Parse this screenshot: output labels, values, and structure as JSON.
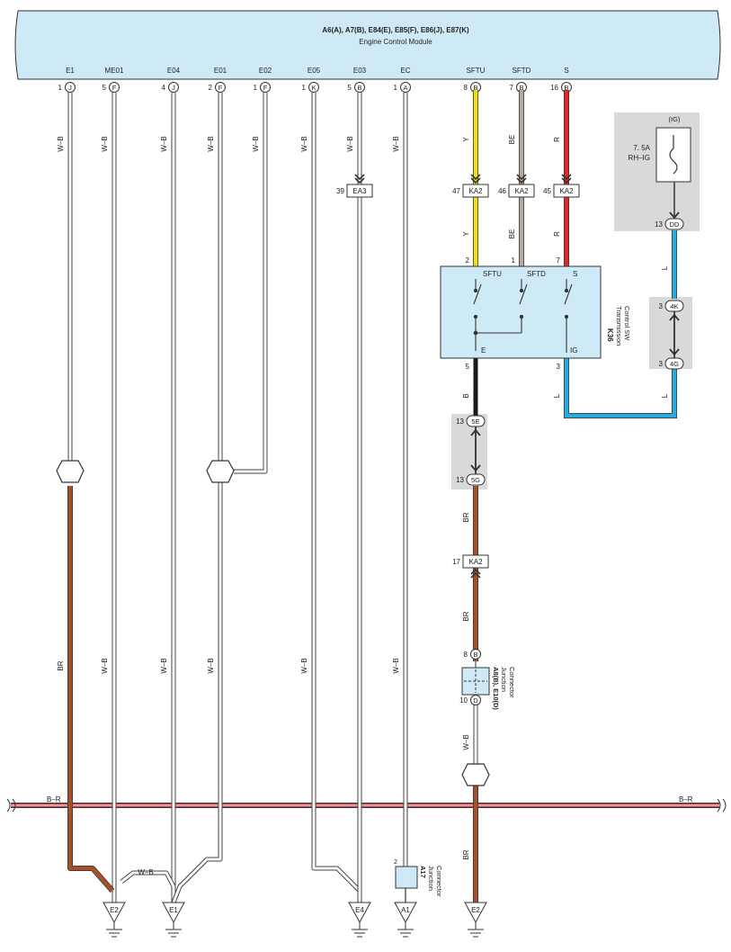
{
  "ecm": {
    "title": "A6(A), A7(B), E84(E), E85(F), E86(J), E87(K)",
    "subtitle": "Engine Control Module",
    "pins": [
      {
        "name": "E1",
        "num": "1",
        "conn": "J"
      },
      {
        "name": "ME01",
        "num": "5",
        "conn": "F"
      },
      {
        "name": "E04",
        "num": "4",
        "conn": "J"
      },
      {
        "name": "E01",
        "num": "2",
        "conn": "F"
      },
      {
        "name": "E02",
        "num": "1",
        "conn": "F"
      },
      {
        "name": "E05",
        "num": "1",
        "conn": "K"
      },
      {
        "name": "E03",
        "num": "5",
        "conn": "B"
      },
      {
        "name": "EC",
        "num": "1",
        "conn": "A"
      },
      {
        "name": "SFTU",
        "num": "8",
        "conn": "B"
      },
      {
        "name": "SFTD",
        "num": "7",
        "conn": "B"
      },
      {
        "name": "S",
        "num": "16",
        "conn": "B"
      }
    ]
  },
  "wire_labels": {
    "wb": "W–B",
    "br": "BR",
    "y": "Y",
    "be": "BE",
    "r": "R",
    "l": "L",
    "b": "B",
    "bus": "B–R"
  },
  "connectors": {
    "ea3": {
      "num": "39",
      "name": "EA3"
    },
    "ka2_y": {
      "num": "47",
      "name": "KA2"
    },
    "ka2_be": {
      "num": "46",
      "name": "KA2"
    },
    "ka2_r": {
      "num": "45",
      "name": "KA2"
    },
    "ka2_br": {
      "num": "17",
      "name": "KA2"
    },
    "c5e": {
      "num": "13",
      "name": "5E"
    },
    "c5g": {
      "num": "13",
      "name": "5G"
    },
    "c4k": {
      "num": "3",
      "name": "4K"
    },
    "c4g": {
      "num": "3",
      "name": "4G"
    },
    "cdd": {
      "num": "13",
      "name": "DD"
    },
    "jb": {
      "num": "8",
      "name": "B"
    },
    "jd": {
      "num": "10",
      "name": "D"
    },
    "a17pin": {
      "num": "2"
    }
  },
  "fuse": {
    "label_top": "(IG)",
    "rating": "7. 5A",
    "name": "RH–IG"
  },
  "switch": {
    "code": "K36",
    "name_line1": "Transmission",
    "name_line2": "Control SW",
    "terminals": [
      "SFTU",
      "SFTD",
      "S",
      "E",
      "IG"
    ],
    "pins": {
      "sftu": "2",
      "sftd": "1",
      "s": "7",
      "e": "5",
      "ig": "3"
    }
  },
  "junction_d": {
    "code": "A8(B), E10(D)",
    "line1": "Junction",
    "line2": "Connector"
  },
  "junction_a17": {
    "code": "A17",
    "line1": "Junction",
    "line2": "Connector"
  },
  "grounds": [
    "E2",
    "E1",
    "E4",
    "A1",
    "E2"
  ],
  "colors": {
    "ecm_fill": "#cfeaf7",
    "yellow": "#f4de1a",
    "beige": "#b9a79a",
    "red": "#e3262c",
    "blue": "#29aae1",
    "brown": "#a6512a",
    "black": "#1a1a1a",
    "bus_red": "#e8585c",
    "shade": "#d9d9d9"
  }
}
